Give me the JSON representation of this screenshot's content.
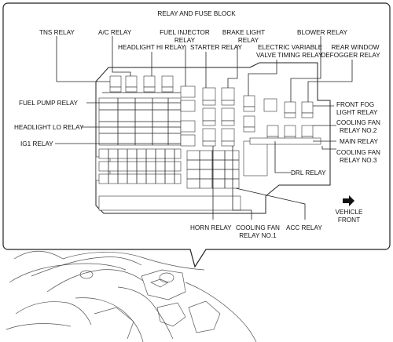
{
  "title": "RELAY AND FUSE BLOCK",
  "labels": {
    "tns_relay": "TNS RELAY",
    "ac_relay": "A/C RELAY",
    "fuel_injector_relay_1": "FUEL INJECTOR",
    "fuel_injector_relay_2": "RELAY",
    "headlight_hi_relay": "HEADLIGHT HI RELAY",
    "brake_light_relay_1": "BRAKE LIGHT",
    "brake_light_relay_2": "RELAY",
    "starter_relay": "STARTER RELAY",
    "blower_relay": "BLOWER RELAY",
    "evvt_relay_1": "ELECTRIC VARIABLE",
    "evvt_relay_2": "VALVE TIMING RELAY",
    "rear_window_defogger_relay_1": "REAR WINDOW",
    "rear_window_defogger_relay_2": "DEFOGGER RELAY",
    "fuel_pump_relay": "FUEL PUMP RELAY",
    "front_fog_light_relay_1": "FRONT FOG",
    "front_fog_light_relay_2": "LIGHT RELAY",
    "headlight_lo_relay": "HEADLIGHT LO RELAY",
    "cooling_fan_relay_no2_1": "COOLING FAN",
    "cooling_fan_relay_no2_2": "RELAY NO.2",
    "main_relay": "MAIN RELAY",
    "cooling_fan_relay_no3_1": "COOLING FAN",
    "cooling_fan_relay_no3_2": "RELAY NO.3",
    "ig1_relay": "IG1 RELAY",
    "drl_relay": "DRL RELAY",
    "vehicle_front_1": "VEHICLE",
    "vehicle_front_2": "FRONT",
    "horn_relay": "HORN RELAY",
    "cooling_fan_relay_no1_1": "COOLING FAN",
    "cooling_fan_relay_no1_2": "RELAY NO.1",
    "acc_relay": "ACC RELAY"
  },
  "icons": {
    "direction_arrow": "right-arrow-icon"
  }
}
